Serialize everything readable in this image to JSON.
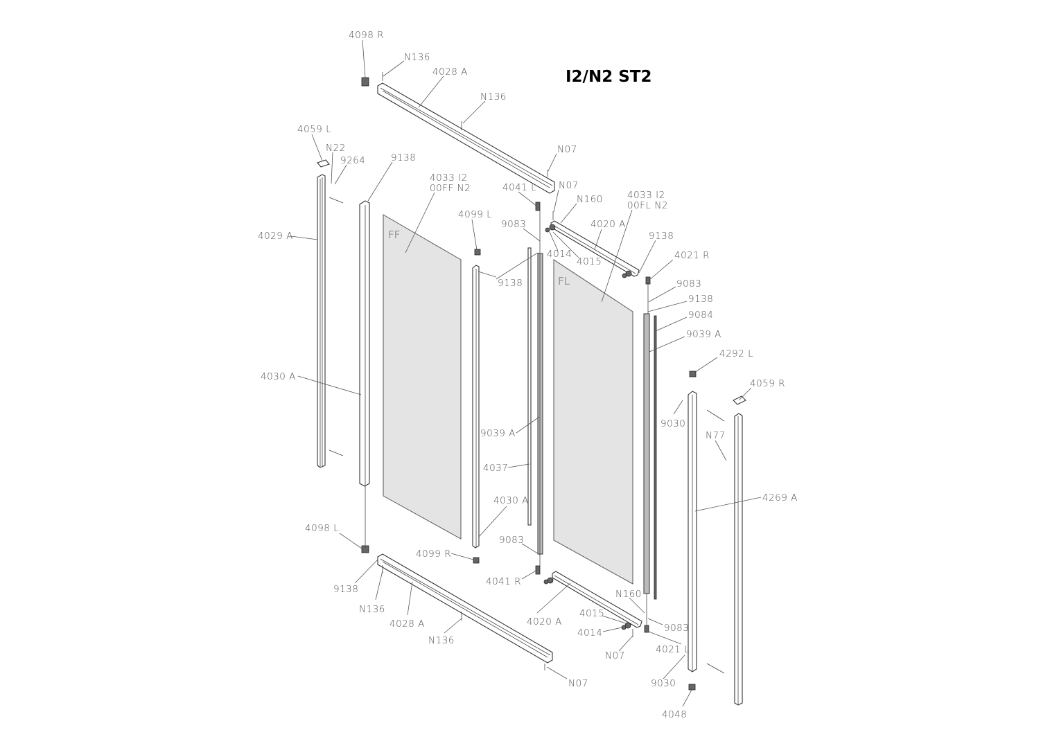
{
  "title": "I2/N2 ST2",
  "zones": {
    "left_glass": "FF",
    "right_glass": "FL"
  },
  "labels": {
    "l4098R": "4098 R",
    "n136_a": "N136",
    "l4028A_top": "4028 A",
    "n136_b": "N136",
    "l4059L": "4059 L",
    "n22": "N22",
    "l9264": "9264",
    "l9138_a": "9138",
    "l4033_ff_1": "4033 I2",
    "l4033_ff_2": "00FF N2",
    "n07_a": "N07",
    "l4041L": "4041 L",
    "n07_b": "N07",
    "n160_a": "N160",
    "l4033_fl_1": "4033 I2",
    "l4033_fl_2": "00FL N2",
    "l4029A": "4029 A",
    "l4099L": "4099 L",
    "l9083_a": "9083",
    "l4020A_top": "4020 A",
    "l9138_b": "9138",
    "l4014_a": "4014",
    "l4015_a": "4015",
    "l4021R": "4021 R",
    "l9138_c": "9138",
    "l9083_b": "9083",
    "l9138_d": "9138",
    "l9084": "9084",
    "l9039A_r": "9039 A",
    "l4292L": "4292 L",
    "l4030A_l": "4030 A",
    "l4059R": "4059 R",
    "l9030_a": "9030",
    "n77": "N77",
    "l9039A_c": "9039 A",
    "l4037": "4037",
    "l4269A": "4269 A",
    "l4030A_c": "4030 A",
    "l4098L": "4098 L",
    "l9083_c": "9083",
    "l4099R": "4099 R",
    "l4041R": "4041 R",
    "l9138_e": "9138",
    "n160_b": "N160",
    "n136_c": "N136",
    "l4020A_bot": "4020 A",
    "l4028A_bot": "4028 A",
    "l4015_b": "4015",
    "l9083_d": "9083",
    "l4014_b": "4014",
    "n136_d": "N136",
    "n07_c": "N07",
    "l4021L": "4021 L",
    "l9030_b": "9030",
    "n07_d": "N07",
    "l4048": "4048"
  }
}
